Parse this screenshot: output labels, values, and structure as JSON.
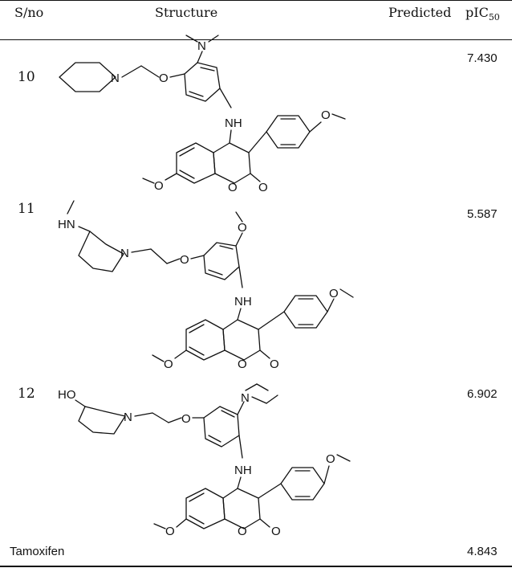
{
  "table": {
    "headers": {
      "sno": "S/no",
      "structure": "Structure",
      "predicted": "Predicted",
      "pic50_main": "pIC",
      "pic50_sub": "50"
    },
    "rows": [
      {
        "sno": "10",
        "value": "7.430"
      },
      {
        "sno": "11",
        "value": "5.587"
      },
      {
        "sno": "12",
        "value": "6.902"
      }
    ],
    "footer": {
      "name": "Tamoxifen",
      "value": "4.843"
    }
  },
  "atoms": {
    "N": "N",
    "O": "O",
    "NH": "NH",
    "HN": "HN",
    "HO": "HO"
  }
}
